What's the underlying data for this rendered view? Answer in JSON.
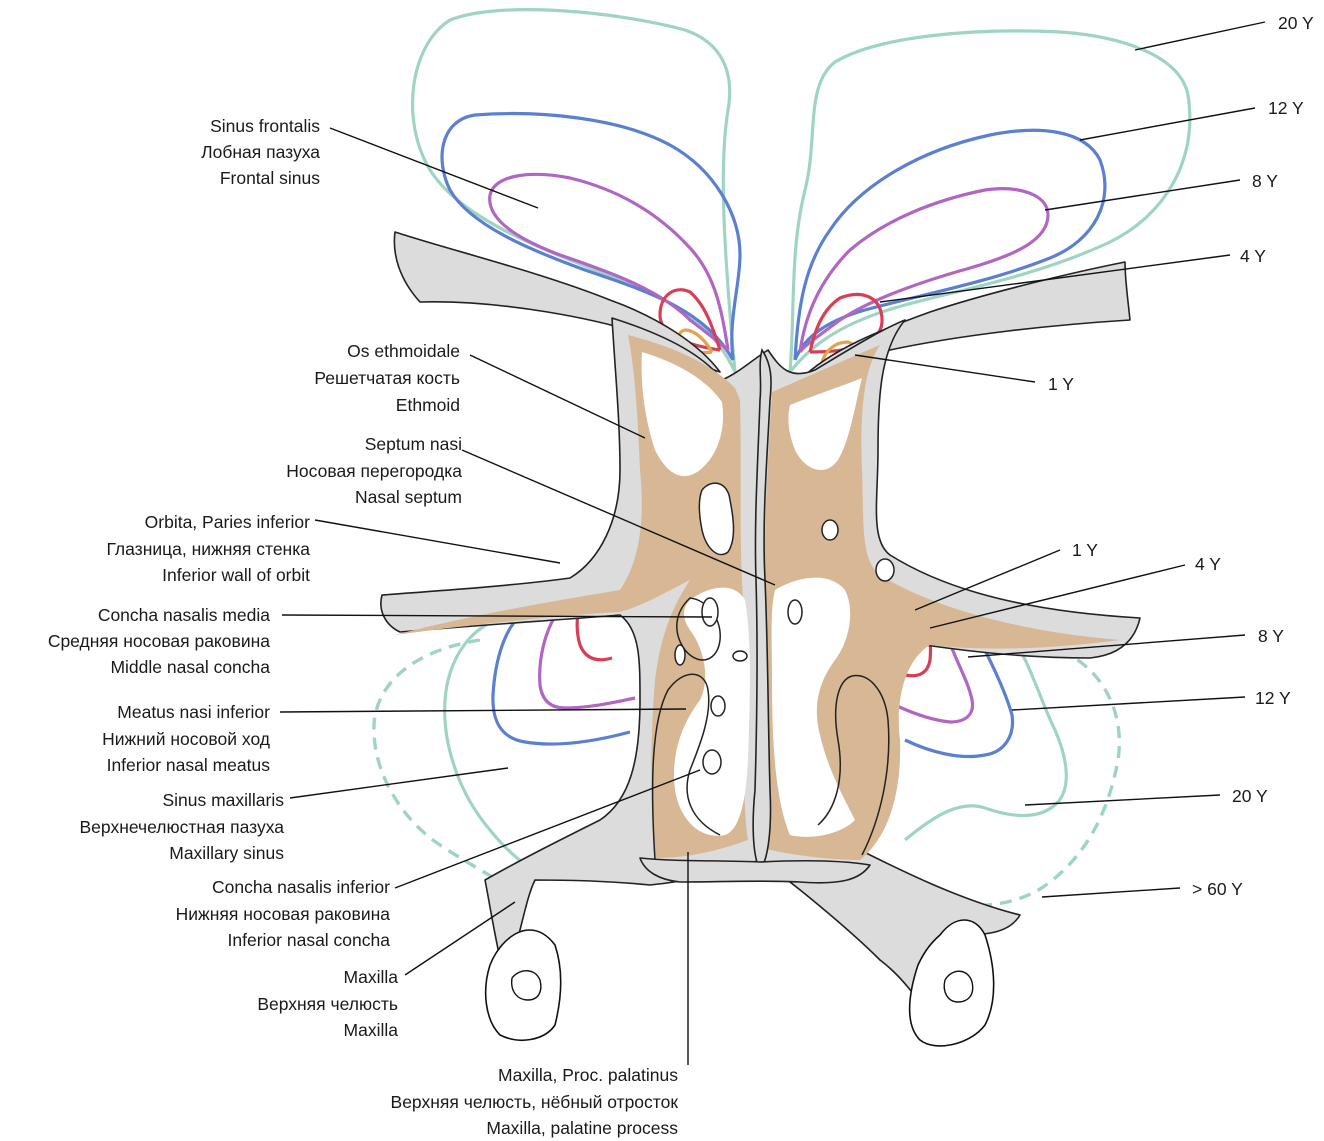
{
  "colors": {
    "age_1y": "#e5a24a",
    "age_4y": "#d83f57",
    "age_8y": "#b066c2",
    "age_12y": "#5b7fd1",
    "age_20y": "#9fd4c3",
    "age_over60y": "#9fd4c3",
    "bone": "#dcdcdc",
    "mucosa": "#d8b894"
  },
  "labels": {
    "frontal_sinus": [
      "Sinus frontalis",
      "Лобная пазуха",
      "Frontal sinus"
    ],
    "ethmoid": [
      "Os ethmoidale",
      "Решетчатая кость",
      "Ethmoid"
    ],
    "septum": [
      "Septum nasi",
      "Носовая перегородка",
      "Nasal septum"
    ],
    "orbit": [
      "Orbita, Paries inferior",
      "Глазница, нижняя стенка",
      "Inferior wall of orbit"
    ],
    "middle_concha": [
      "Concha nasalis media",
      "Средняя носовая раковина",
      "Middle nasal concha"
    ],
    "inferior_meatus": [
      "Meatus nasi inferior",
      "Нижний носовой ход",
      "Inferior nasal meatus"
    ],
    "maxillary_sinus": [
      "Sinus maxillaris",
      "Верхнечелюстная пазуха",
      "Maxillary sinus"
    ],
    "inferior_concha": [
      "Concha nasalis inferior",
      "Нижняя носовая раковина",
      "Inferior nasal concha"
    ],
    "maxilla": [
      "Maxilla",
      "Верхняя челюсть",
      "Maxilla"
    ],
    "palatine_process": [
      "Maxilla, Proc. palatinus",
      "Верхняя челюсть, нёбный отросток",
      "Maxilla, palatine process"
    ]
  },
  "ages_frontal": [
    "20 Y",
    "12 Y",
    "8 Y",
    "4 Y",
    "1 Y"
  ],
  "ages_maxillary": [
    "1 Y",
    "4 Y",
    "8 Y",
    "12 Y",
    "20 Y",
    "> 60 Y"
  ]
}
